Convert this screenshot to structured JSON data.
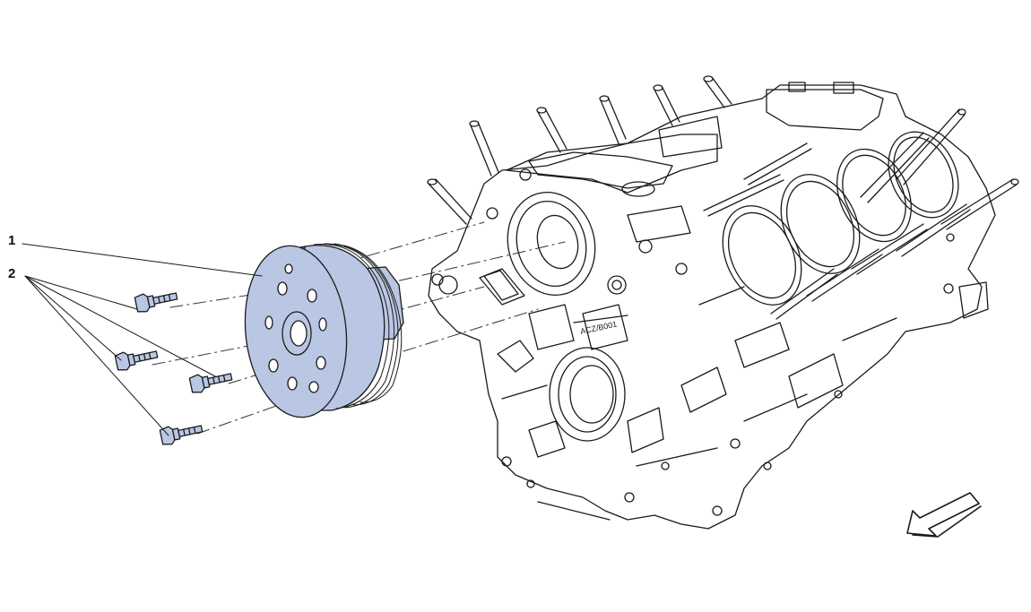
{
  "callouts": [
    {
      "label": "1",
      "part": "pulley"
    },
    {
      "label": "2",
      "part": "bolts"
    }
  ],
  "engraving": "ACZ/B001",
  "colors": {
    "line": "#1a1a1a",
    "part_fill": "#b9c7e4",
    "part_shadow": "#8a9bbf",
    "engine_fill": "#ffffff",
    "dash": "#333333"
  },
  "icons": {
    "direction": "front-direction-arrow-icon"
  }
}
